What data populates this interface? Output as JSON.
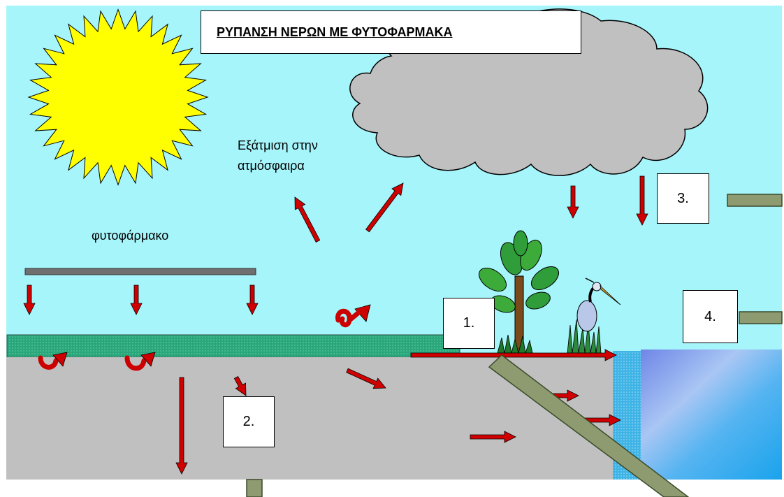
{
  "title": "ΡΥΠΑΝΣΗ ΝΕΡΩΝ ΜΕ ΦΥΤΟΦΑΡΜΑΚΑ",
  "labels": {
    "evaporation": "Εξάτμιση στην ατμόσφαιρα",
    "pesticide": "φυτοφάρμακο"
  },
  "callouts": [
    "1.",
    "2.",
    "3.",
    "4."
  ],
  "colors": {
    "sky": "#a6f5fa",
    "sun": "#ffff00",
    "cloud": "#c0c0c0",
    "grass": "#29a67a",
    "soil": "#c0c0c0",
    "arrow": "#d10000",
    "pointer": "#8e9b70",
    "water": "#3aa9ee"
  }
}
